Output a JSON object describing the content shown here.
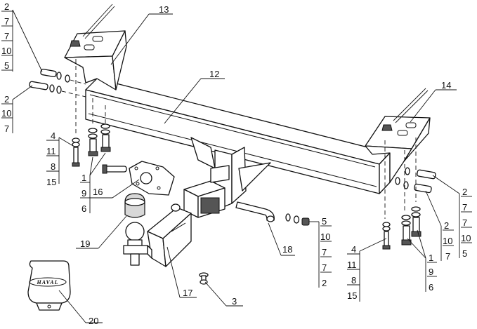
{
  "product": {
    "brand_logo": "HAVAL"
  },
  "callouts": {
    "left_bolt_stack": [
      "2",
      "7",
      "7",
      "10",
      "5"
    ],
    "left_side_stack": [
      "2",
      "10",
      "7"
    ],
    "left_vertical_stack": [
      "4",
      "11",
      "8",
      "15"
    ],
    "left_nut_stack": [
      "1",
      "9",
      "6"
    ],
    "bracket_left": "13",
    "crossbar": "12",
    "bracket_right": "14",
    "socket_plate": "16",
    "ball_cover": "19",
    "drawbar": "17",
    "pin_bolt": "3",
    "pin": "18",
    "pin_stack": [
      "5",
      "10",
      "7",
      "7",
      "2"
    ],
    "right_bolt_stack": [
      "2",
      "7",
      "7",
      "10",
      "5"
    ],
    "right_side_stack": [
      "2",
      "10",
      "7"
    ],
    "right_vertical_stack": [
      "4",
      "11",
      "8",
      "15"
    ],
    "right_nut_stack": [
      "1",
      "9",
      "6"
    ],
    "plug_cover": "20"
  }
}
